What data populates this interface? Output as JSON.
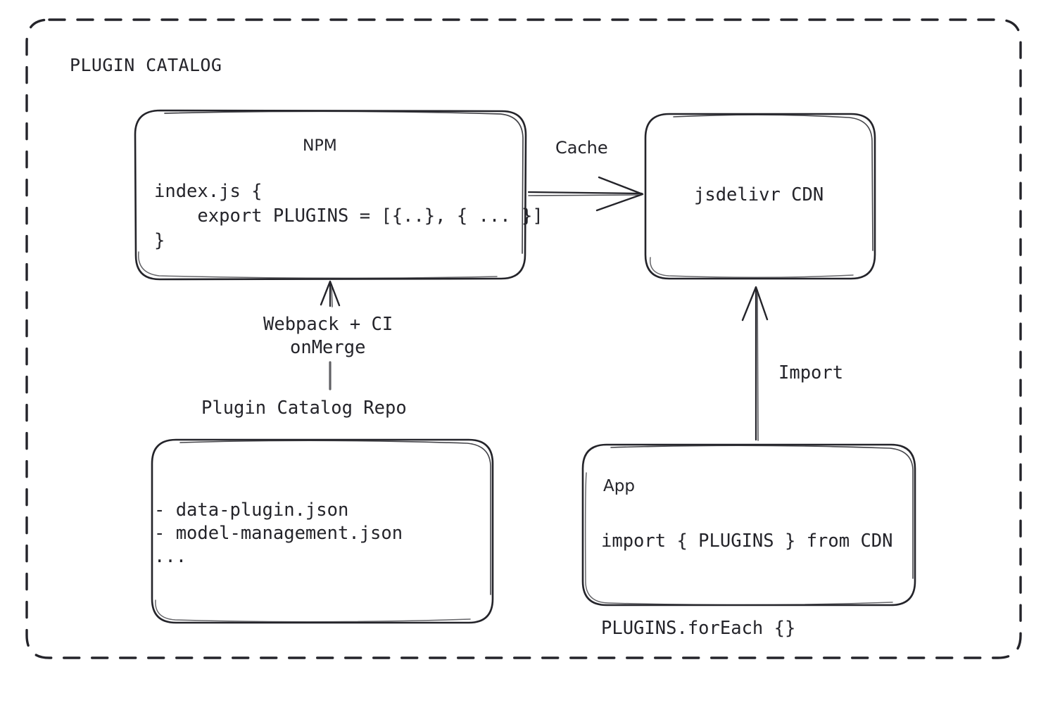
{
  "diagram": {
    "title": "PLUGIN CATALOG",
    "type": "architecture-flow",
    "background_color": "#ffffff",
    "stroke_color": "#24242a",
    "style": "hand-drawn sketch",
    "nodes": {
      "npm": {
        "title": "NPM",
        "code": "index.js {\n    export PLUGINS = [{..}, { ... }]\n}"
      },
      "cdn": {
        "title": "jsdelivr CDN"
      },
      "repo": {
        "label": "Plugin Catalog Repo",
        "files": "- data-plugin.json\n- model-management.json\n..."
      },
      "app": {
        "title": "App",
        "code": "import { PLUGINS } from CDN\n\nPLUGINS.forEach {}"
      }
    },
    "edges": {
      "npm_to_cdn": {
        "label": "Cache",
        "from": "npm",
        "to": "cdn",
        "direction": "right"
      },
      "repo_to_npm": {
        "label_line1": "Webpack + CI",
        "label_line2": "onMerge",
        "from": "repo",
        "to": "npm",
        "direction": "up"
      },
      "app_to_cdn": {
        "label": "Import",
        "from": "app",
        "to": "cdn",
        "direction": "up"
      }
    }
  }
}
